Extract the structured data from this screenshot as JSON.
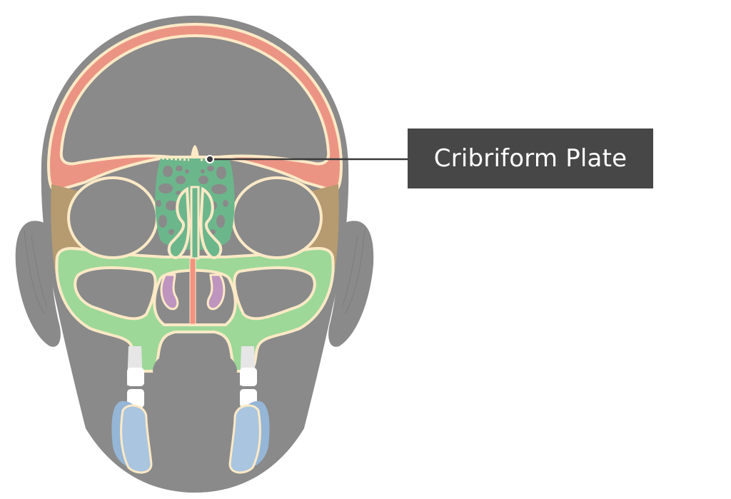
{
  "diagram": {
    "subject": "Coronal section of skull showing ethmoid bone",
    "highlighted_structure": "Cribriform Plate",
    "label": {
      "text": "Cribriform Plate"
    },
    "colors": {
      "background": "#ffffff",
      "head_silhouette": "#8a8a8a",
      "bone_outline": "#fde9c6",
      "frontal_bone": "#ec9484",
      "zygomatic_bone": "#b69a70",
      "maxilla": "#9dd899",
      "ethmoid": "#6cb68c",
      "vomer_septum": "#f4917f",
      "inferior_concha": "#bd95bf",
      "teeth": "#f0f0f0",
      "mandible": "#a9c5e0",
      "label_box": "#474747",
      "label_text": "#ffffff",
      "leader_line": "#3a3a3a"
    }
  }
}
